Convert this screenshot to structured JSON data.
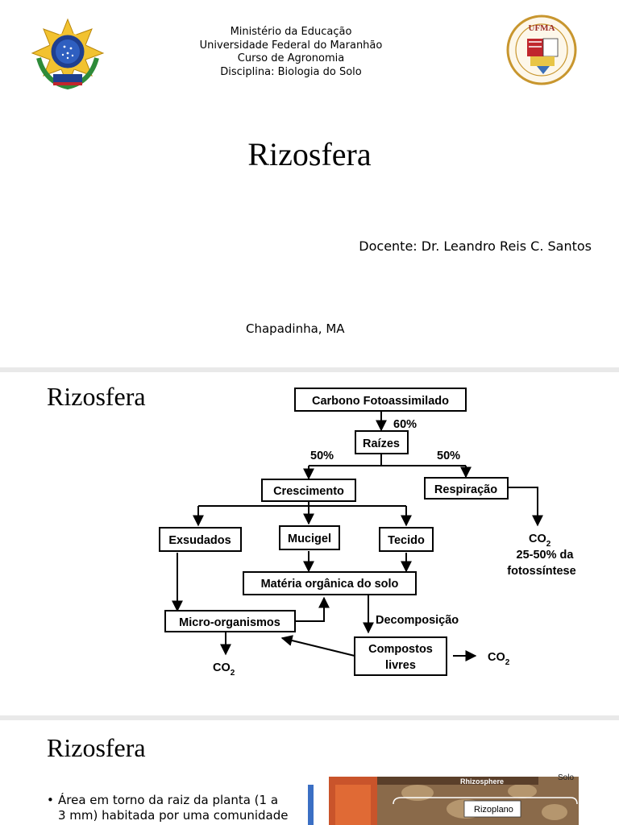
{
  "slide1": {
    "header_lines": [
      "Ministério da Educação",
      "Universidade Federal do Maranhão",
      "Curso de Agronomia",
      "Disciplina: Biologia do Solo"
    ],
    "title": "Rizosfera",
    "teacher": "Docente: Dr. Leandro Reis C. Santos",
    "place": "Chapadinha, MA",
    "logos": {
      "left": "brasao-icon",
      "right": "ufma-logo-icon",
      "right_text": "UFMA"
    }
  },
  "slide2": {
    "title": "Rizosfera",
    "diagram": {
      "nodes": {
        "carbono": "Carbono Fotoassimilado",
        "raizes": "Raízes",
        "crescimento": "Crescimento",
        "respiracao": "Respiração",
        "exsudados": "Exsudados",
        "mucigel": "Mucigel",
        "tecido": "Tecido",
        "materia": "Matéria orgânica do solo",
        "micro": "Micro-organismos",
        "compostos_1": "Compostos",
        "compostos_2": "livres"
      },
      "labels": {
        "pct60": "60%",
        "pct50_left": "50%",
        "pct50_right": "50%",
        "co2_resp": "CO",
        "co2_resp_sub": "2",
        "resp_pct": "25-50% da",
        "resp_foto": "fotossíntese",
        "decomposicao": "Decomposição",
        "co2_micro": "CO",
        "co2_micro_sub": "2",
        "co2_comp": "CO",
        "co2_comp_sub": "2"
      }
    }
  },
  "slide3": {
    "title": "Rizosfera",
    "bullet": "Área em torno da raiz da planta (1 a 3 mm) habitada por uma comunidade",
    "image_labels": {
      "solo": "Solo",
      "rhizosphere": "Rhizosphere",
      "rizoplano": "Rizoplano"
    }
  }
}
